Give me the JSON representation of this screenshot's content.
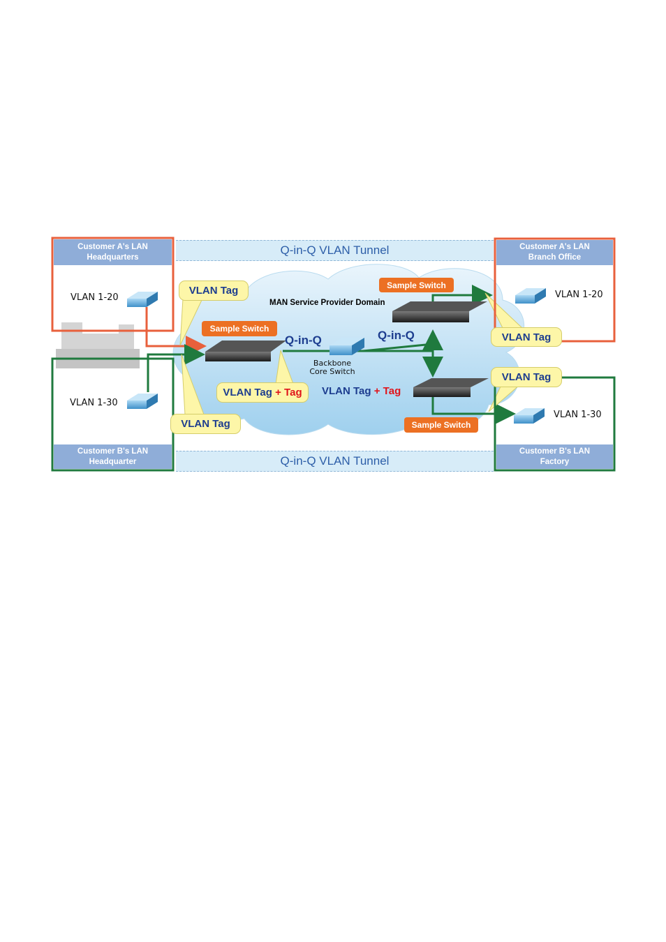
{
  "diagram": {
    "tunnel_top": "Q-in-Q VLAN Tunnel",
    "tunnel_bottom": "Q-in-Q VLAN Tunnel",
    "man_domain": "MAN Service Provider Domain",
    "customers": {
      "a_hq": {
        "title": "Customer A's LAN\nHeadquarters",
        "vlan": "VLAN 1-20"
      },
      "a_branch": {
        "title": "Customer A's LAN\nBranch Office",
        "vlan": "VLAN 1-20"
      },
      "b_hq": {
        "title": "Customer B's LAN\nHeadquarter",
        "vlan": "VLAN 1-30"
      },
      "b_factory": {
        "title": "Customer B's LAN\nFactory",
        "vlan": "VLAN 1-30"
      }
    },
    "sample_switch_label": "Sample Switch",
    "backbone_label": "Backbone\nCore Switch",
    "qinq_label": "Q-in-Q",
    "vlan_tag": "VLAN Tag",
    "vlan_tag_plus": "VLAN Tag",
    "plus": "+",
    "tag": "Tag",
    "colors": {
      "customer_a": "#e8603c",
      "customer_b": "#1f7a3e",
      "header": "#8fadd8",
      "callout": "#fdf6a8",
      "badge": "#ec7023",
      "tunnel": "#d7ecf8"
    }
  }
}
